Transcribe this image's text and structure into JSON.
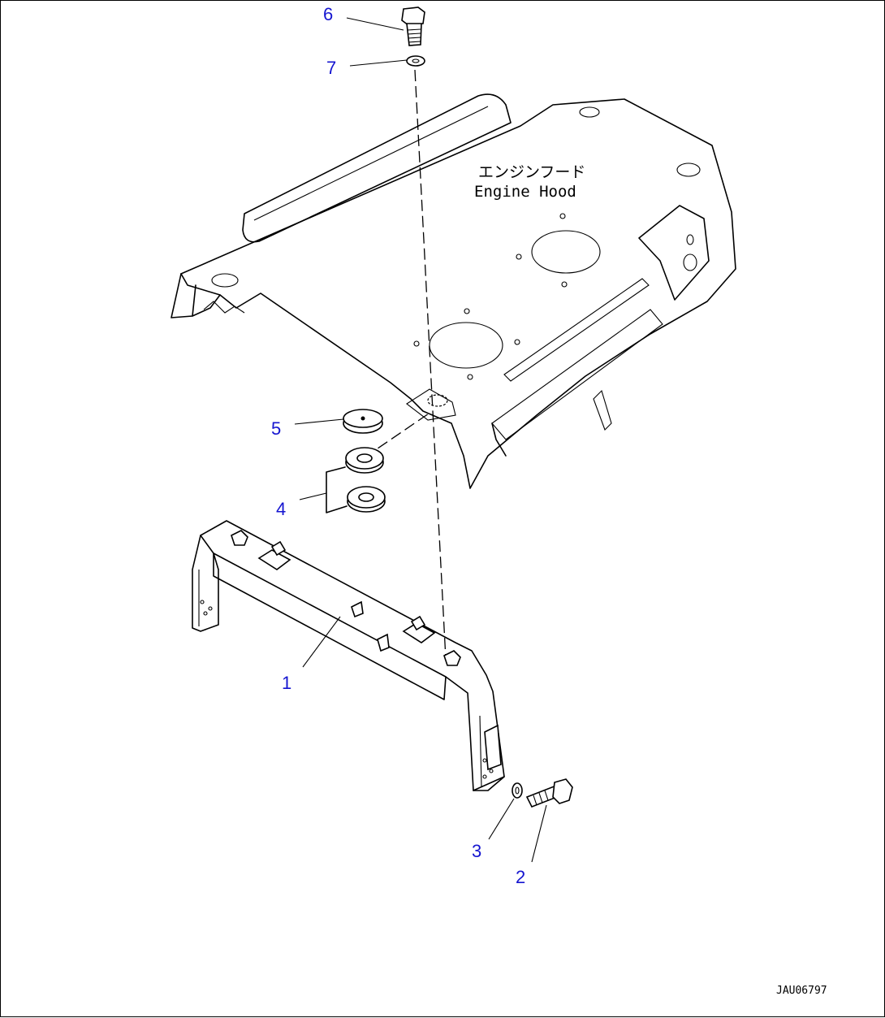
{
  "diagram": {
    "hood_label_jp": "エンジンフード",
    "hood_label_en": "Engine Hood",
    "drawing_code": "JAU06797",
    "callouts": [
      {
        "id": "1",
        "label": "1"
      },
      {
        "id": "2",
        "label": "2"
      },
      {
        "id": "3",
        "label": "3"
      },
      {
        "id": "4",
        "label": "4"
      },
      {
        "id": "5",
        "label": "5"
      },
      {
        "id": "6",
        "label": "6"
      },
      {
        "id": "7",
        "label": "7"
      }
    ],
    "colors": {
      "callout": "#1515d0",
      "line": "#000000",
      "background": "#ffffff"
    }
  }
}
